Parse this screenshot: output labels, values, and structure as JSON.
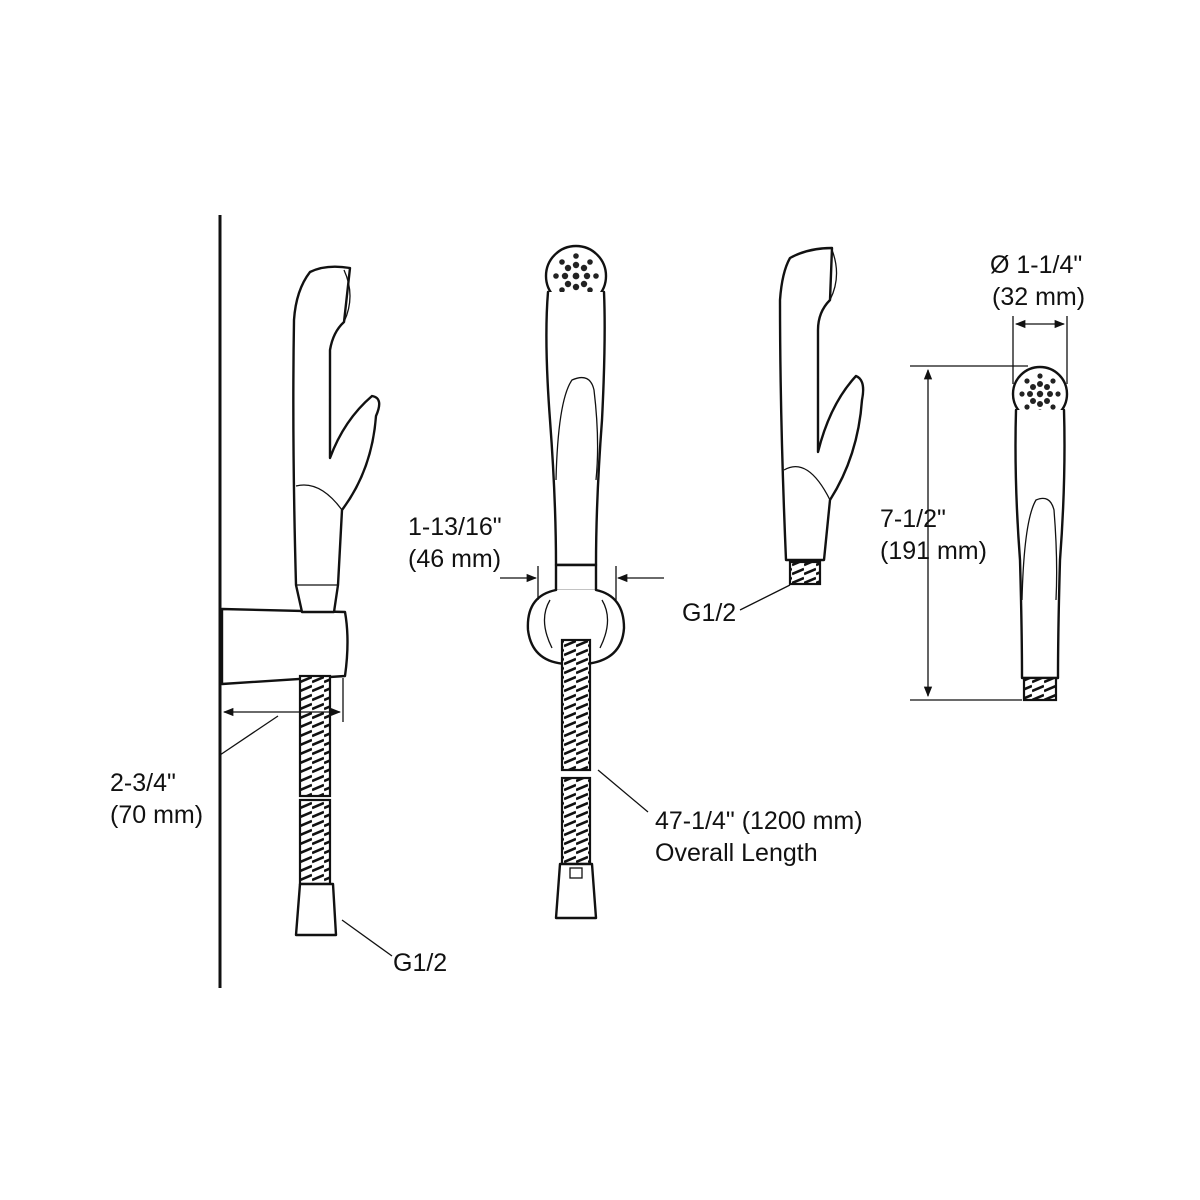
{
  "labels": {
    "wall_depth": "2-3/4\"",
    "wall_depth_mm": "(70 mm)",
    "holder_width": "1-13/16\"",
    "holder_width_mm": "(46 mm)",
    "overall_length": "47-1/4\" (1200 mm)",
    "overall_length_caption": "Overall Length",
    "thread_left": "G1/2",
    "thread_middle": "G1/2",
    "handle_length": "7-1/2\"",
    "handle_length_mm": "(191 mm)",
    "head_diameter": "Ø 1-1/4\"",
    "head_diameter_mm": "(32 mm)"
  },
  "colors": {
    "line": "#111111",
    "background": "#ffffff"
  }
}
